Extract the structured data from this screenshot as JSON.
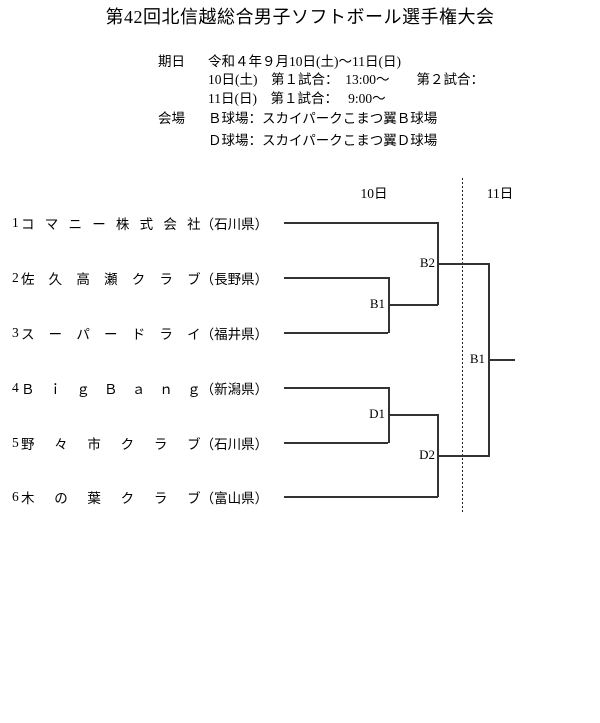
{
  "title": "第42回北信越総合男子ソフトボール選手権大会",
  "info": {
    "date_label": "期日",
    "date_value": "令和４年９月10日(土)～11日(日)",
    "day1_schedule": "10日(土)　第１試合：　13:00～　　第２試合：",
    "day2_schedule": "11日(日)　第１試合：　 9:00～",
    "venue_label": "会場",
    "venue_b": "Ｂ球場：スカイパークこまつ翼Ｂ球場",
    "venue_d": "Ｄ球場：スカイパークこまつ翼Ｄ球場"
  },
  "bracket": {
    "day_headers": {
      "day1": "10日",
      "day2": "11日"
    },
    "teams": [
      {
        "seed": "1",
        "name": "コマニー株式会社",
        "prefecture": "（石川県）"
      },
      {
        "seed": "2",
        "name": "佐久高瀬クラブ",
        "prefecture": "（長野県）"
      },
      {
        "seed": "3",
        "name": "スーパードライ",
        "prefecture": "（福井県）"
      },
      {
        "seed": "4",
        "name": "ＢｉｇＢａｎｇ",
        "prefecture": "（新潟県）"
      },
      {
        "seed": "5",
        "name": "野々市クラブ",
        "prefecture": "（石川県）"
      },
      {
        "seed": "6",
        "name": "木の葉クラブ",
        "prefecture": "（富山県）"
      }
    ],
    "games": {
      "semi_top_inner": "B1",
      "semi_top_outer": "B2",
      "semi_bottom_inner": "D1",
      "semi_bottom_outer": "D2",
      "final": "B1"
    }
  },
  "colors": {
    "background": "#ffffff",
    "text": "#000000",
    "line": "#333333"
  }
}
